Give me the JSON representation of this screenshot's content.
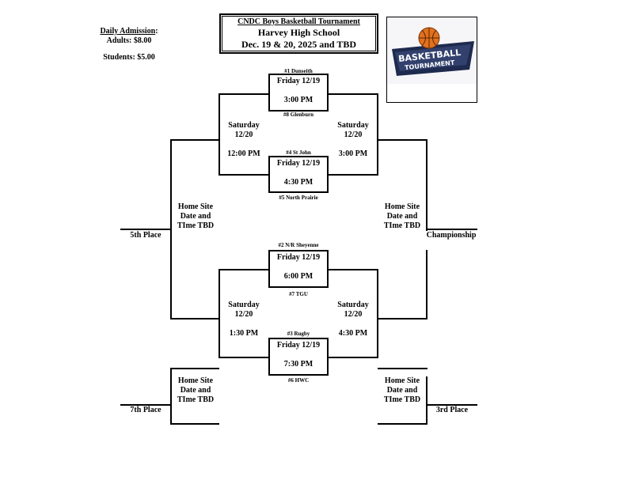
{
  "admission": {
    "title": "Daily Admission",
    "colon": ":",
    "adults": "Adults: $8.00",
    "students": "Students: $5.00"
  },
  "header": {
    "line1": "CNDC Boys Basketball Tournament",
    "line2": "Harvey High School",
    "line3": "Dec. 19 & 20, 2025 and TBD"
  },
  "logo": {
    "text_line1": "BASKETBALL",
    "text_line2": "TOURNAMENT",
    "ball_color": "#e2711d",
    "banner_color": "#3a4a7a"
  },
  "games": {
    "g1": {
      "top_team": "#1 Dunseith",
      "day": "Friday 12/19",
      "time": "3:00 PM",
      "bottom_team": "#8 Glenburn"
    },
    "g2": {
      "top_team": "#4 St John",
      "day": "Friday 12/19",
      "time": "4:30 PM",
      "bottom_team": "#5 North Prairie"
    },
    "g3": {
      "top_team": "#2 N/R Sheyenne",
      "day": "Friday 12/19",
      "time": "6:00 PM",
      "bottom_team": "#7 TGU"
    },
    "g4": {
      "top_team": "#3 Rugby",
      "day": "Friday 12/19",
      "time": "7:30 PM",
      "bottom_team": "#6 HWC"
    }
  },
  "semis": {
    "top_left": {
      "day": "Saturday",
      "date": "12/20",
      "time": "12:00 PM"
    },
    "top_right": {
      "day": "Saturday",
      "date": "12/20",
      "time": "3:00 PM"
    },
    "bottom_left": {
      "day": "Saturday",
      "date": "12/20",
      "time": "1:30 PM"
    },
    "bottom_right": {
      "day": "Saturday",
      "date": "12/20",
      "time": "4:30 PM"
    }
  },
  "tbd": {
    "line1": "Home Site",
    "line2": "Date and",
    "line3": "TIme TBD"
  },
  "places": {
    "fifth": "5th Place",
    "championship": "Championship",
    "seventh": "7th Place",
    "third": "3rd Place"
  }
}
